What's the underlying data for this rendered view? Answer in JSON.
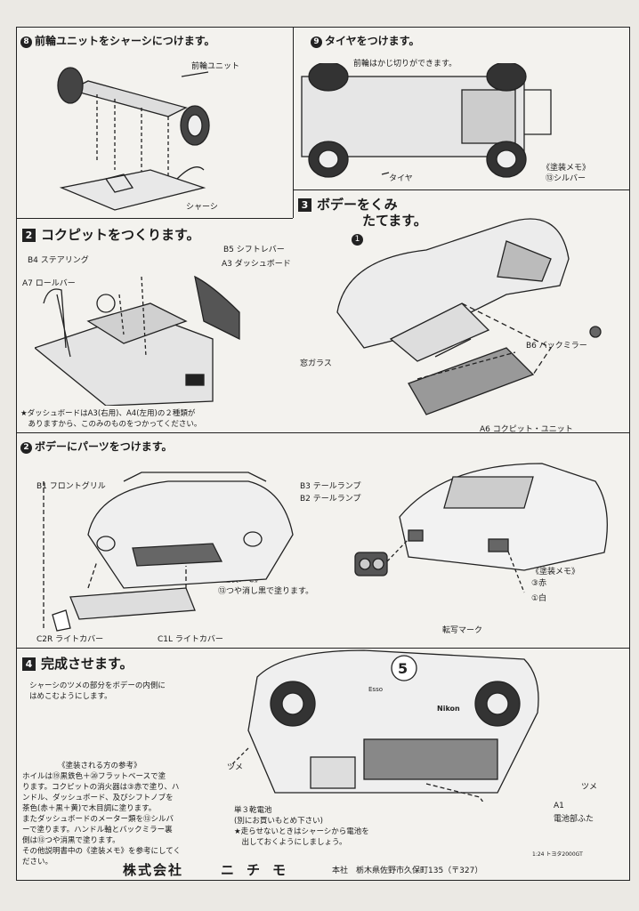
{
  "step8": {
    "num": "8",
    "title": "前輪ユニットをシャーシにつけます。",
    "front_unit": "前輪ユニット",
    "chassis": "シャーシ"
  },
  "step9": {
    "num": "9",
    "title": "タイヤをつけます。",
    "note": "前輪はかじ切りができます。",
    "tire": "タイヤ",
    "paint_memo": "《塗装メモ》",
    "paint_silver": "⑬シルバー"
  },
  "step2": {
    "num": "2",
    "title": "コクピットをつくります。",
    "b4": "B4 ステアリング",
    "b5": "B5 シフトレバー",
    "a3": "A3 ダッシュボード",
    "a7": "A7 ロールバー",
    "note_line1": "★ダッシュボードはA3(右用)、A4(左用)の２種類が",
    "note_line2": "　ありますから、このみのものをつかってください。"
  },
  "step3": {
    "num": "3",
    "title_line1": "ボデーをくみ",
    "title_line2": "たてます。",
    "sub": "1",
    "b6": "B6 バックミラー",
    "window": "窓ガラス",
    "a6": "A6 コクピット・ユニット"
  },
  "step2b": {
    "num": "2",
    "title": "ボデーにパーツをつけます。",
    "b1": "B1 フロントグリル",
    "b3": "B3 テールランプ",
    "b2": "B2 テールランプ",
    "paint_memo": "《塗装メモ》",
    "paint_black": "⑬つや消し黒で塗ります。",
    "memo2": "《塗装メモ》",
    "red": "③赤",
    "white": "①白",
    "c2r": "C2R ライトカバー",
    "c1l": "C1L ライトカバー"
  },
  "step4": {
    "num": "4",
    "title": "完成させます。",
    "desc_line1": "シャーシのツメの部分をボデーの内側に",
    "desc_line2": "はめこむようにします。",
    "decal": "転写マーク",
    "tsume_left": "ツメ",
    "tsume_right": "ツメ",
    "a1": "A1",
    "battery_cover": "電池部ふた",
    "ref_title": "《塗装される方の参考》",
    "ref_lines": [
      "ホイルは⑲黒鉄色＋⑳フラットベースで塗",
      "ります。コクピットの消火器は③赤で塗り、ハ",
      "ンドル、ダッシュボード、及びシフトノブを",
      "茶色(赤＋黒＋黄)で木目調に塗ります。",
      "またダッシュボードのメーター類を⑬シルバ",
      "ーで塗ります。ハンドル軸とバックミラー裏",
      "側は⑬つや消黒で塗ります。",
      "その他説明書中の《塗装メモ》を参考にしてく",
      "ださい。"
    ],
    "battery_line1": "単３乾電池",
    "battery_line2": "(別にお買いもとめ下さい)",
    "battery_line3": "★走らせないときはシャーシから電池を",
    "battery_line4": "　出しておくようにしましょう。",
    "car_number": "5",
    "esso": "Esso",
    "nikon": "Nikon"
  },
  "footer": {
    "company": "株式会社",
    "brand": "ニチモ",
    "address": "本社　栃木県佐野市久保町135（〒327）",
    "scale": "1:24 トヨタ2000GT"
  }
}
